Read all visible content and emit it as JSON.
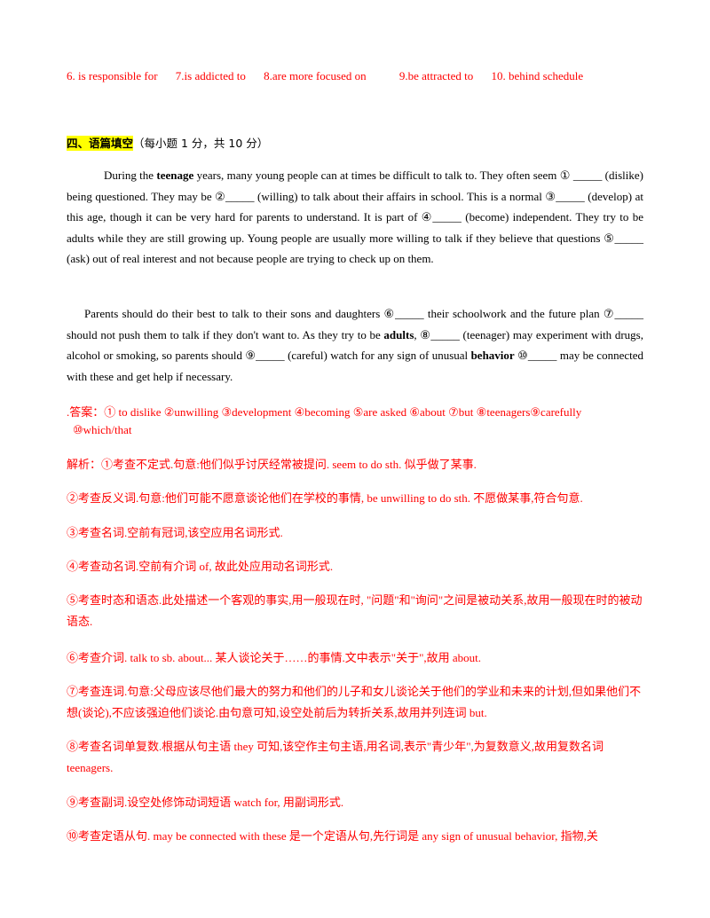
{
  "answers_top": {
    "items": [
      "6. is responsible for",
      "7.is addicted to",
      "8.are more focused on",
      "9.be attracted to",
      "10. behind schedule"
    ]
  },
  "section": {
    "title": "四、语篇填空",
    "subtitle": "（每小题 1 分，共 10 分）"
  },
  "passage": {
    "p1_pre": "During the ",
    "p1_bold1": "teenage",
    "p1_post": " years, many young people can at times be difficult to talk to. They often seem ① _____ (dislike) being questioned. They may be ②_____ (willing) to talk about their affairs in school. This is a normal ③_____ (develop) at this age, though it can be very hard for parents to understand. It is part of ④_____ (become) independent. They try to be adults while they are still growing up. Young people are usually more willing to talk if they believe that questions ⑤_____ (ask) out of real interest and not because people are trying to check up on them.",
    "p2_pre": "Parents should do their best to talk to their sons and daughters ⑥_____ their schoolwork and the future plan ⑦_____ should not push them to talk if they don't want to. As they try to be ",
    "p2_bold1": "adults",
    "p2_mid": ", ⑧_____ (teenager) may experiment with drugs, alcohol or smoking, so parents should ⑨_____ (careful) watch for any sign of unusual ",
    "p2_bold2": "behavior",
    "p2_post": " ⑩_____ may be connected with these and get help if necessary."
  },
  "answer_key": {
    "line1": ".答案：① to dislike ②unwilling ③development ④becoming ⑤are asked ⑥about ⑦but ⑧teenagers⑨carefully",
    "line2": "⑩which/that"
  },
  "explanations": [
    "解析：①考查不定式.句意:他们似乎讨厌经常被提问. seem to do sth. 似乎做了某事.",
    "②考查反义词.句意:他们可能不愿意谈论他们在学校的事情, be unwilling to do sth. 不愿做某事,符合句意.",
    "③考查名词.空前有冠词,该空应用名词形式.",
    "④考查动名词.空前有介词 of, 故此处应用动名词形式.",
    "⑤考查时态和语态.此处描述一个客观的事实,用一般现在时, \"问题\"和\"询问\"之间是被动关系,故用一般现在时的被动语态.",
    "⑥考查介词. talk to sb. about... 某人谈论关于……的事情.文中表示\"关于\",故用 about.",
    "⑦考查连词.句意:父母应该尽他们最大的努力和他们的儿子和女儿谈论关于他们的学业和未来的计划,但如果他们不想(谈论),不应该强迫他们谈论.由句意可知,设空处前后为转折关系,故用并列连词 but.",
    "⑧考查名词单复数.根据从句主语 they 可知,该空作主句主语,用名词,表示\"青少年\",为复数意义,故用复数名词 teenagers.",
    "⑨考查副词.设空处修饰动词短语 watch for, 用副词形式.",
    "⑩考查定语从句. may be connected with these 是一个定语从句,先行词是 any sign of unusual behavior, 指物,关"
  ]
}
